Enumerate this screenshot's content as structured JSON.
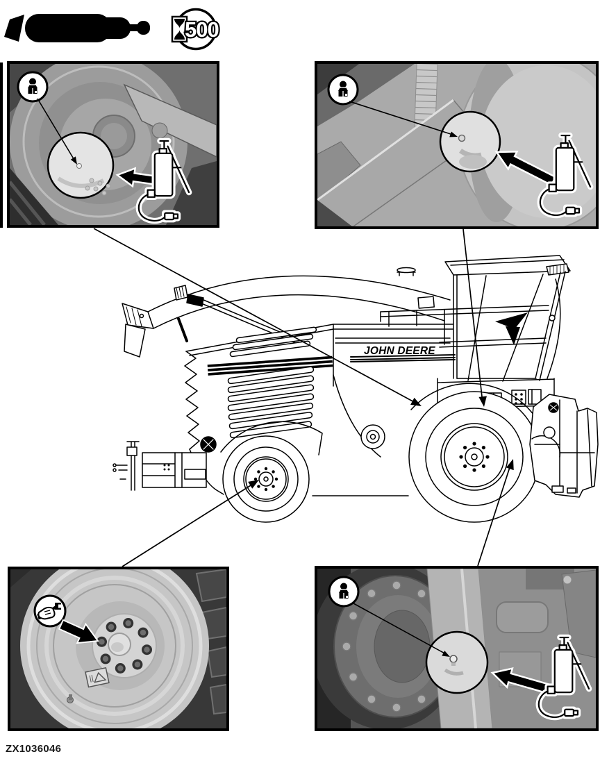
{
  "figure": {
    "id": "ZX1036046"
  },
  "legend": {
    "tool_icon": "grease-gun-silhouette",
    "interval_hours": "500",
    "interval_icon": "hourglass-in-circle"
  },
  "machine": {
    "brand_label": "JOHN DEERE",
    "drawing": "forage-harvester-side-view-line-art"
  },
  "panels": [
    {
      "position": "top-left",
      "badge_icon": "grease-fitting",
      "tool_drawing": "grease-gun",
      "callout": "highlight-circle-with-arrow"
    },
    {
      "position": "top-right",
      "badge_icon": "grease-fitting",
      "tool_drawing": "grease-gun",
      "callout": "highlight-circle-with-arrow"
    },
    {
      "position": "bottom-left",
      "badge_icon": "hand-with-wrench",
      "tool_drawing": "",
      "callout": "arrow-to-wheel-hub"
    },
    {
      "position": "bottom-right",
      "badge_icon": "grease-fitting",
      "tool_drawing": "grease-gun",
      "callout": "highlight-circle-with-arrow"
    }
  ],
  "colors": {
    "ink": "#000000",
    "paper": "#ffffff",
    "photo_light": "#c4c4c4",
    "photo_mid": "#8a8a8a",
    "photo_dark": "#3a3a3a"
  }
}
